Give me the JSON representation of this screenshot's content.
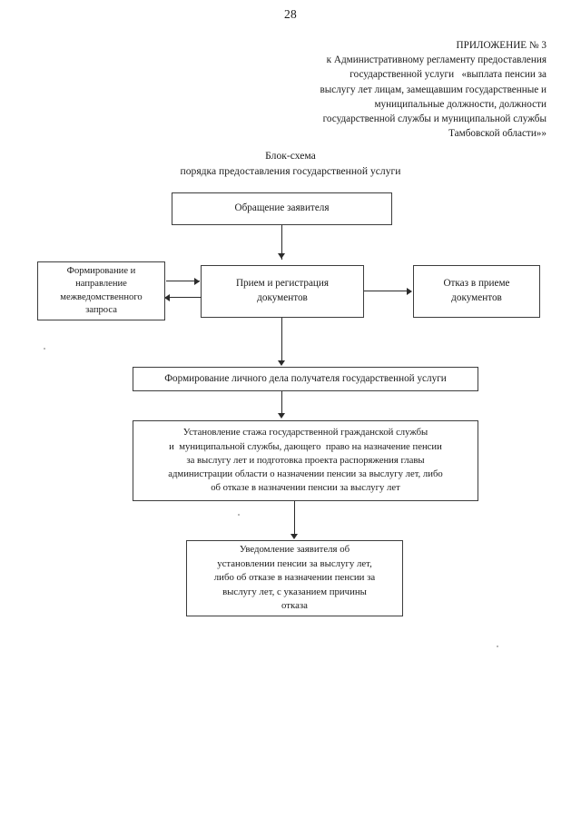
{
  "page": {
    "number": "28"
  },
  "appendix": {
    "lines": [
      "ПРИЛОЖЕНИЕ № 3",
      "к Административному регламенту предоставления",
      "государственной услуги   «выплата пенсии за",
      "выслугу лет лицам, замещавшим государственные и",
      "муниципальные должности, должности",
      "государственной службы и муниципальной службы",
      "Тамбовской области»»"
    ]
  },
  "scheme_title": {
    "line1": "Блок-схема",
    "line2": "порядка предоставления государственной услуги"
  },
  "flowchart": {
    "nodes": {
      "application": {
        "lines": [
          "Обращение заявителя"
        ]
      },
      "interdepartmental_request": {
        "lines": [
          "Формирование и",
          "направление",
          "межведомственного",
          "запроса"
        ]
      },
      "reception": {
        "lines": [
          "Прием и регистрация",
          "документов"
        ]
      },
      "refusal": {
        "lines": [
          "Отказ в приеме",
          "документов"
        ]
      },
      "personal_file": {
        "lines": [
          "Формирование личного дела получателя государственной услуги"
        ]
      },
      "experience": {
        "lines": [
          "Установление стажа государственной гражданской службы",
          "и  муниципальной службы, дающего  право на назначение пенсии",
          "за выслугу лет и подготовка проекта распоряжения главы",
          "администрации области о назначении пенсии за выслугу лет, либо",
          "об отказе в назначении пенсии за выслугу лет"
        ]
      },
      "notification": {
        "lines": [
          "Уведомление заявителя об",
          "установлении пенсии за выслугу лет,",
          "либо об отказе в назначении пенсии за",
          "выслугу лет, с указанием причины",
          "отказа"
        ]
      }
    }
  },
  "colors": {
    "ink": "#1a1a1a",
    "border": "#3d3d3d",
    "connector": "#2b2b2b",
    "paper": "#ffffff"
  }
}
